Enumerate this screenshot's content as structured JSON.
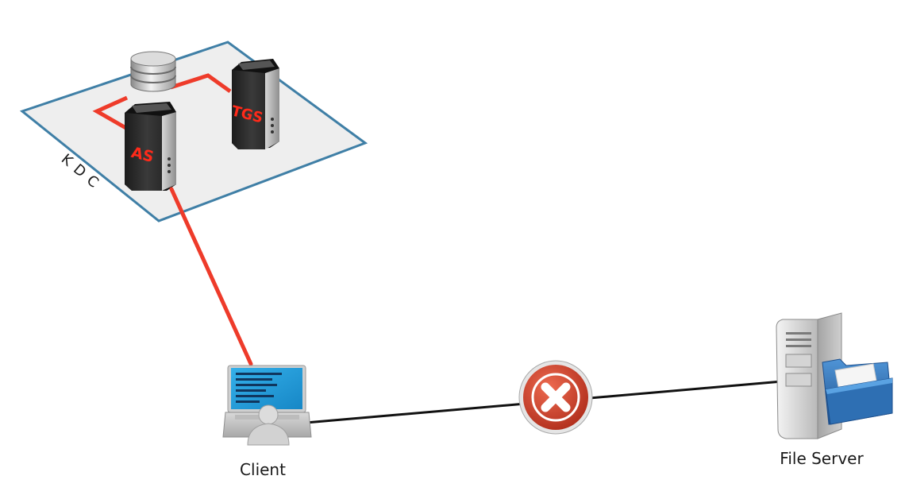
{
  "diagram": {
    "kdc_label": "KDC",
    "as_label": "AS",
    "tgs_label": "TGS",
    "client_label": "Client",
    "file_server_label": "File Server",
    "status_icon": "error-x-icon"
  },
  "colors": {
    "kdc_link": "#ee3b2a",
    "client_server_link": "#111111",
    "kdc_border": "#3f7fa6",
    "kdc_fill": "#eeeeee",
    "server_label_red": "#ff2a1a",
    "error_red": "#d8412a",
    "laptop_screen": "#1f9bd8",
    "folder_blue": "#2e6fb3"
  }
}
